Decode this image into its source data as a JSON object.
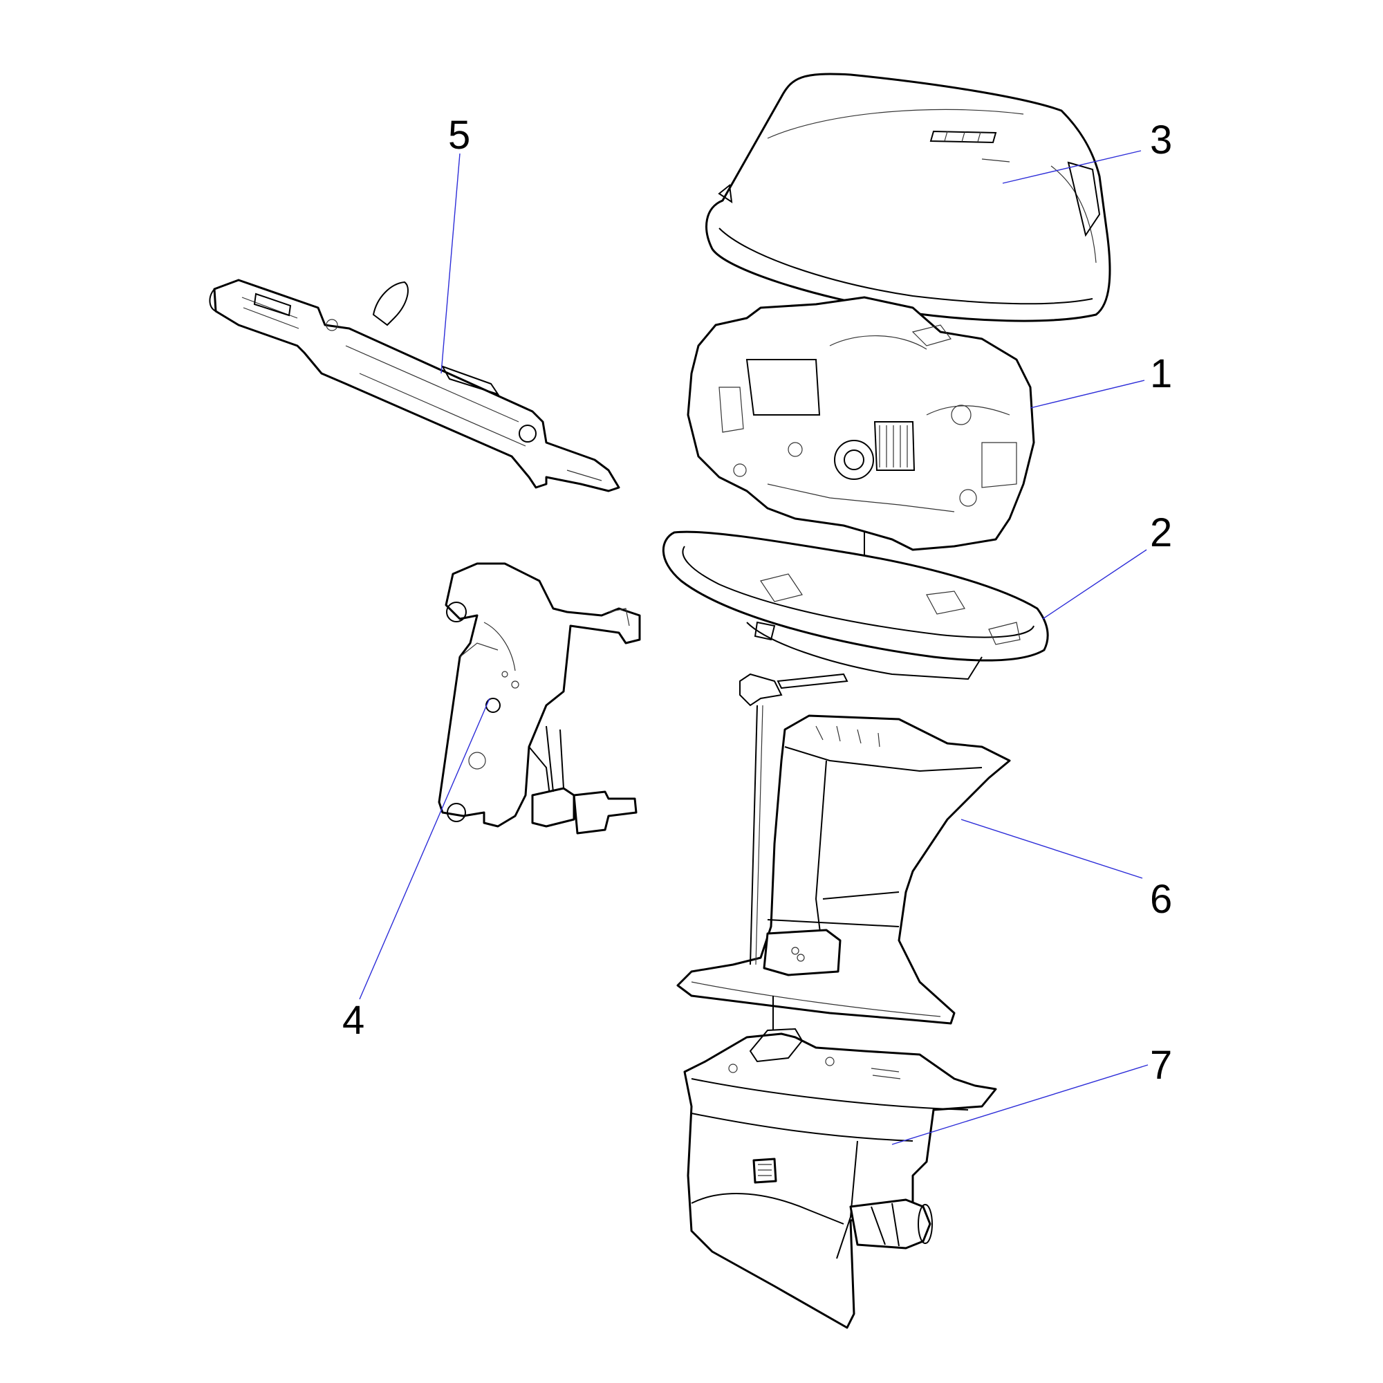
{
  "callouts": {
    "c1": "1",
    "c2": "2",
    "c3": "3",
    "c4": "4",
    "c5": "5",
    "c6": "6",
    "c7": "7"
  },
  "colors": {
    "line": "#000000",
    "leader": "#2d2dd8",
    "background": "#ffffff"
  }
}
